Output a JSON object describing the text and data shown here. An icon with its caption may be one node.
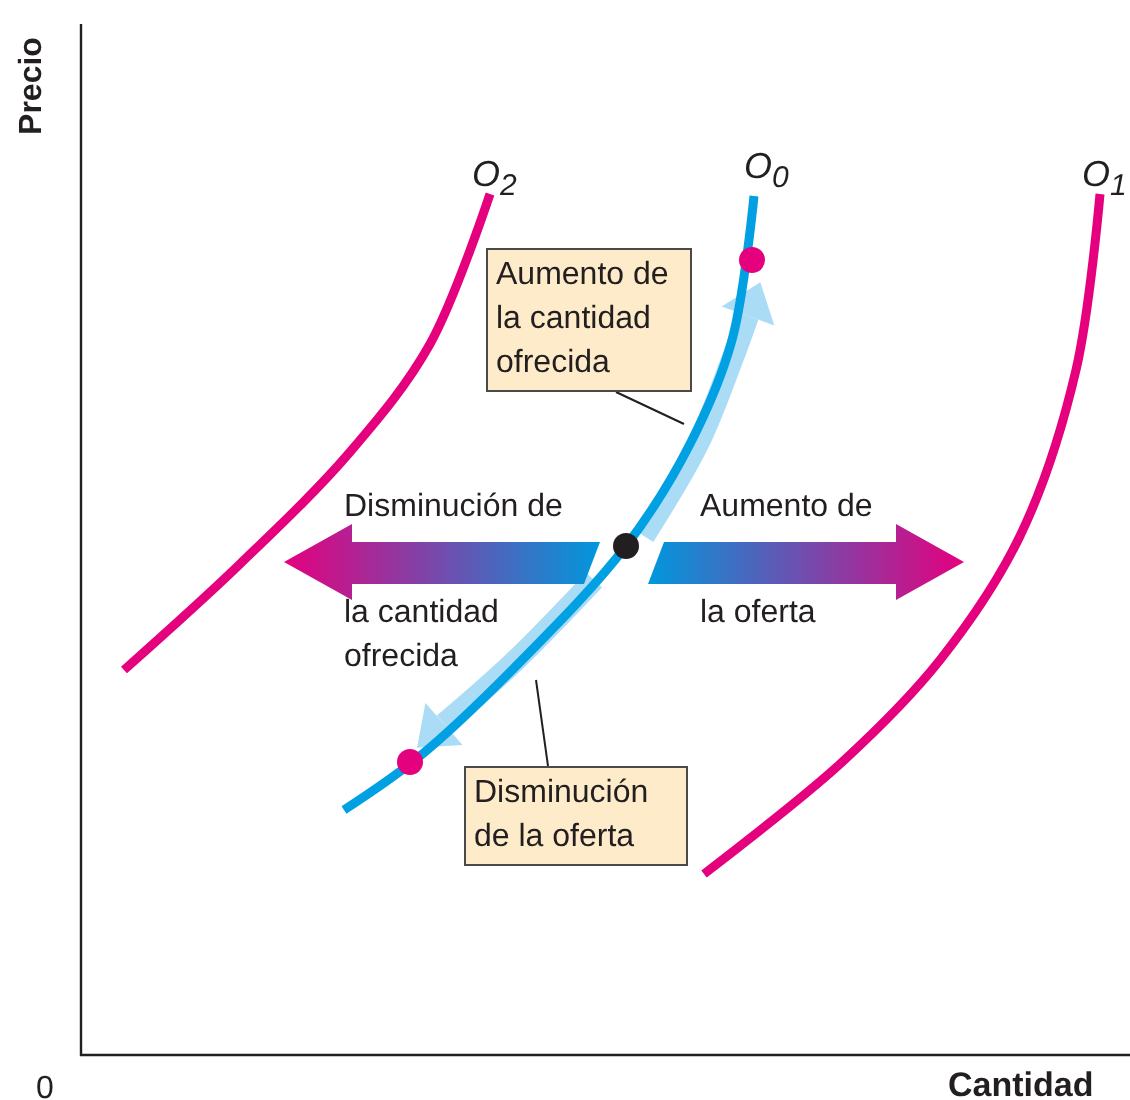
{
  "diagram": {
    "nodes": [
      {
        "text": [
          "Aumento de la cantidad ofrecida"
        ]
      },
      {
        "text": [
          "Disminución de la oferta"
        ]
      }
    ],
    "edges": [
      {
        "from": 0,
        "to": null,
        "arrow": "none"
      },
      {
        "from": 1,
        "to": null,
        "arrow": "none"
      }
    ],
    "labels": [
      "Precio",
      "O$_{2}$",
      "O$_{0}$",
      "O$_{1}$",
      "Disminución de",
      "Aumento de",
      "la cantidad ofrecida",
      "la oferta",
      "0",
      "Cantidad"
    ]
  }
}
